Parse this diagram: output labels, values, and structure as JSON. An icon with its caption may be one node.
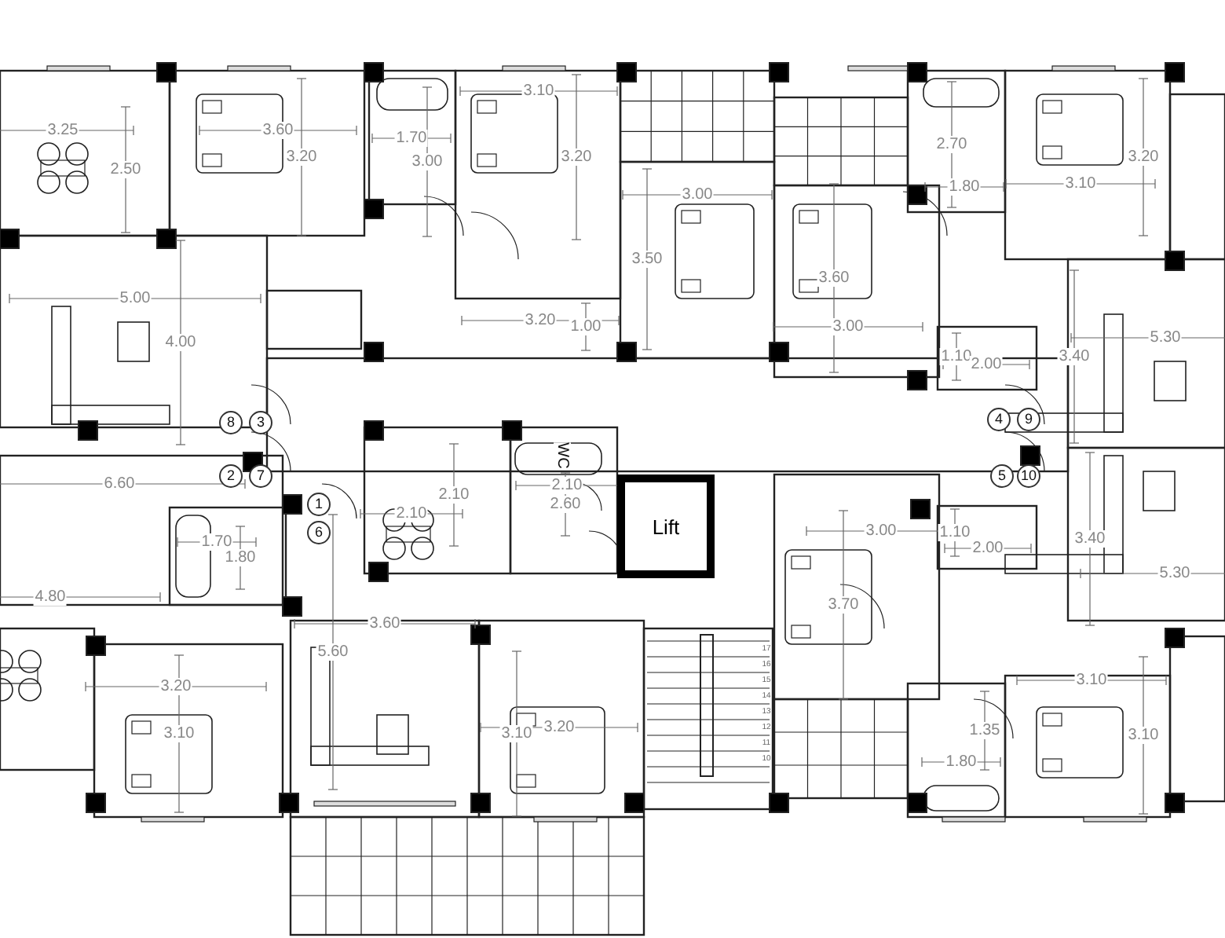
{
  "diagram": {
    "nodes": [
      {
        "text": [
          "Lift"
        ]
      }
    ],
    "labels": [
      "3.25",
      "3.60",
      "1.70",
      "3.10",
      "3.20",
      "3.00",
      "3.20",
      "2.50",
      "2.70",
      "3.20",
      "1.80",
      "3.10",
      "3.00",
      "3.50",
      "3.60",
      "5.00",
      "3.20",
      "1.00",
      "3.00",
      "5.30",
      "4.00",
      "1.10",
      "3.40",
      "2.00",
      "8",
      "3",
      "4",
      "9",
      "WC",
      "2",
      "7",
      "5",
      "10",
      "6.60",
      "2.10",
      "2.10",
      "1",
      "2.60",
      "2.10",
      "1.70",
      "1.80",
      "6",
      "3.00",
      "1.10",
      "2.00",
      "3.40",
      "5.30",
      "4.80",
      "3.70",
      "3.60",
      "17",
      "16",
      "15",
      "14",
      "13",
      "12",
      "11",
      "10",
      "5.60",
      "3.20",
      "3.10",
      "3.10",
      "3.10",
      "3.20",
      "1.35",
      "3.10",
      "1.80"
    ]
  }
}
